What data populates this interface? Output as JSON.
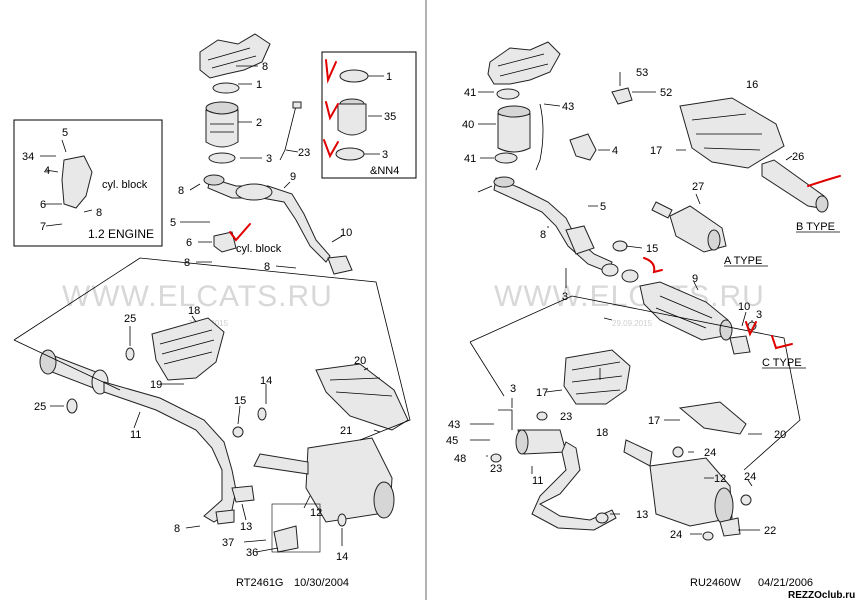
{
  "watermark": "WWW.ELCATS.RU",
  "watermark_date": "29.09.2015",
  "left": {
    "inset_title": "1.2 ENGINE",
    "inset_note": "cyl. block",
    "note_cyl": "cyl. block",
    "ref": "RT2461G",
    "date": "10/30/2004",
    "labels": [
      "8",
      "1",
      "2",
      "3",
      "23",
      "9",
      "8",
      "5",
      "6",
      "8",
      "10",
      "8",
      "4",
      "5",
      "34",
      "6",
      "8",
      "7",
      "18",
      "25",
      "19",
      "20",
      "25",
      "11",
      "14",
      "21",
      "15",
      "13",
      "12",
      "8",
      "37",
      "36",
      "14"
    ]
  },
  "right": {
    "boxed_labels": [
      "1",
      "35",
      "3",
      "&NN4"
    ],
    "labels": [
      "53",
      "52",
      "16",
      "41",
      "43",
      "40",
      "41",
      "4",
      "17",
      "26",
      "27",
      "5",
      "8",
      "15",
      "9",
      "3",
      "10",
      "3",
      "18",
      "3",
      "17",
      "23",
      "43",
      "45",
      "23",
      "48",
      "17",
      "20",
      "24",
      "11",
      "12",
      "13",
      "24",
      "24",
      "22"
    ],
    "type_a": "A TYPE",
    "type_b": "B TYPE",
    "type_c": "C TYPE",
    "ref": "RU2460W",
    "date": "04/21/2006",
    "credit": "REZZOclub.ru"
  }
}
